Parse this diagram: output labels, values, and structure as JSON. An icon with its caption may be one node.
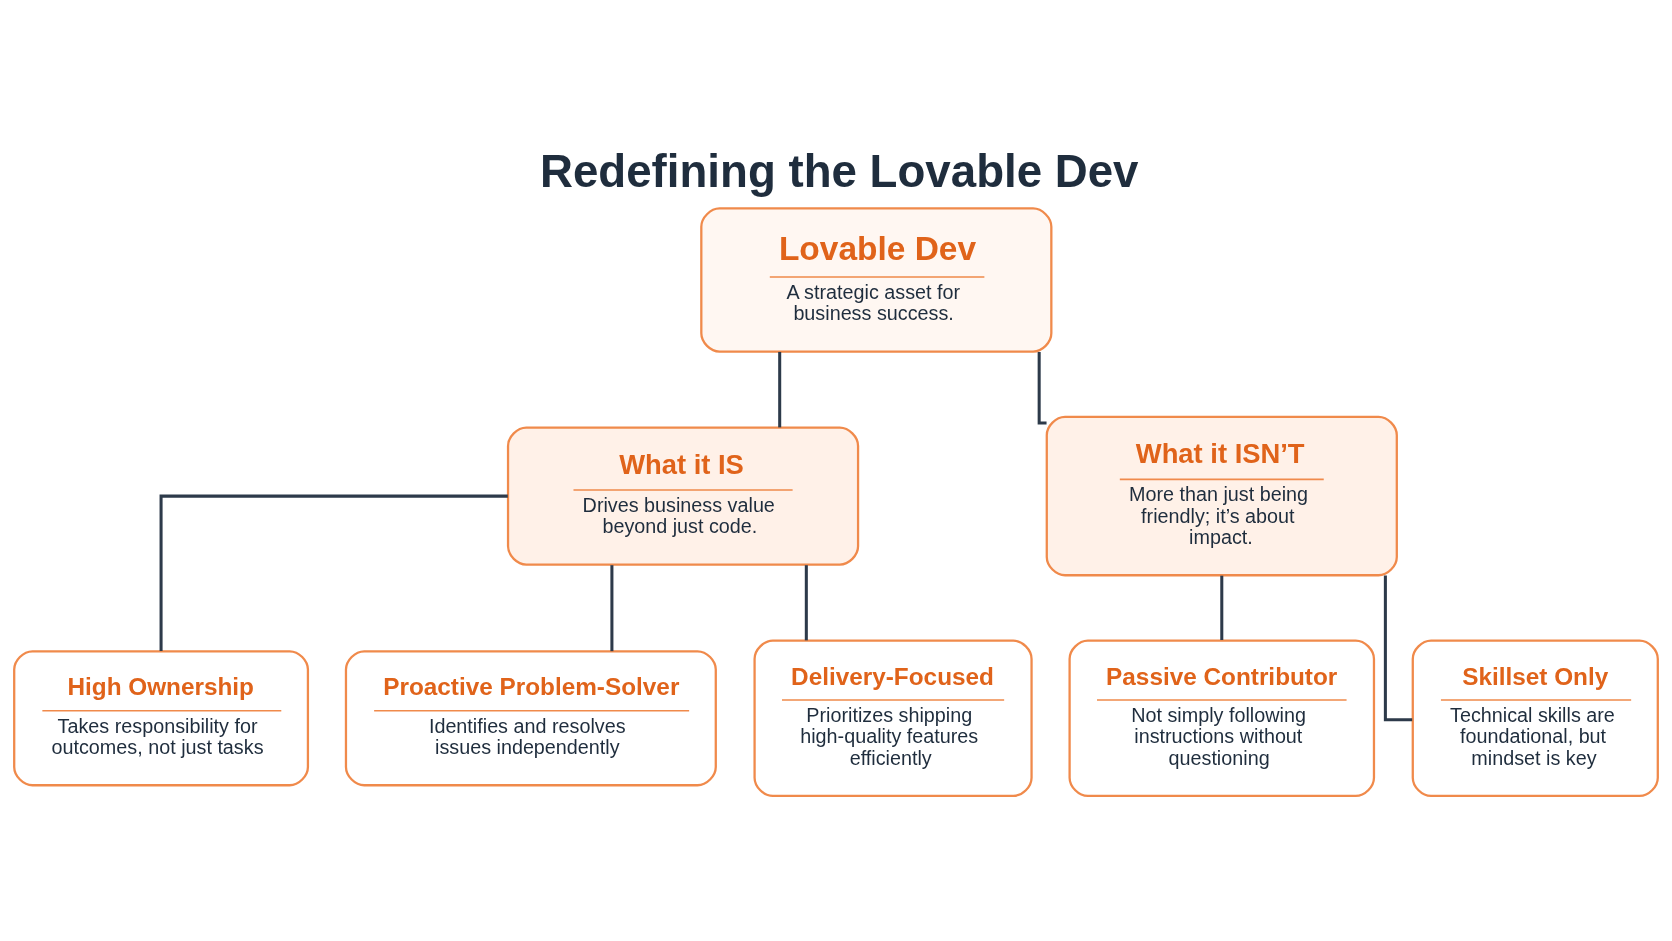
{
  "diagram": {
    "title": "Redefining the Lovable Dev",
    "nodes": [
      {
        "text": [
          "Lovable Dev",
          "A strategic asset for business success."
        ]
      },
      {
        "text": [
          "What it IS",
          "Drives business value beyond just code."
        ]
      },
      {
        "text": [
          "What it ISN’T",
          "More than just being friendly; it’s about impact."
        ]
      },
      {
        "text": [
          "High Ownership",
          "Takes responsibility for outcomes, not just tasks"
        ]
      },
      {
        "text": [
          "Proactive Problem-Solver",
          "Identifies and resolves issues independently"
        ]
      },
      {
        "text": [
          "Delivery-Focused",
          "Prioritizes shipping high-quality features efficiently"
        ]
      },
      {
        "text": [
          "Passive Contributor",
          "Not simply following instructions without questioning"
        ]
      },
      {
        "text": [
          "Skillset Only",
          "Technical skills are foundational, but mindset is key"
        ]
      }
    ],
    "edges": [
      {
        "from": 0,
        "to": 1,
        "arrow": "none"
      },
      {
        "from": 0,
        "to": 2,
        "arrow": "none"
      },
      {
        "from": 1,
        "to": 3,
        "arrow": "none"
      },
      {
        "from": 1,
        "to": 4,
        "arrow": "none"
      },
      {
        "from": 1,
        "to": 5,
        "arrow": "none"
      },
      {
        "from": 2,
        "to": 6,
        "arrow": "none"
      },
      {
        "from": 2,
        "to": 7,
        "arrow": "none"
      }
    ]
  }
}
